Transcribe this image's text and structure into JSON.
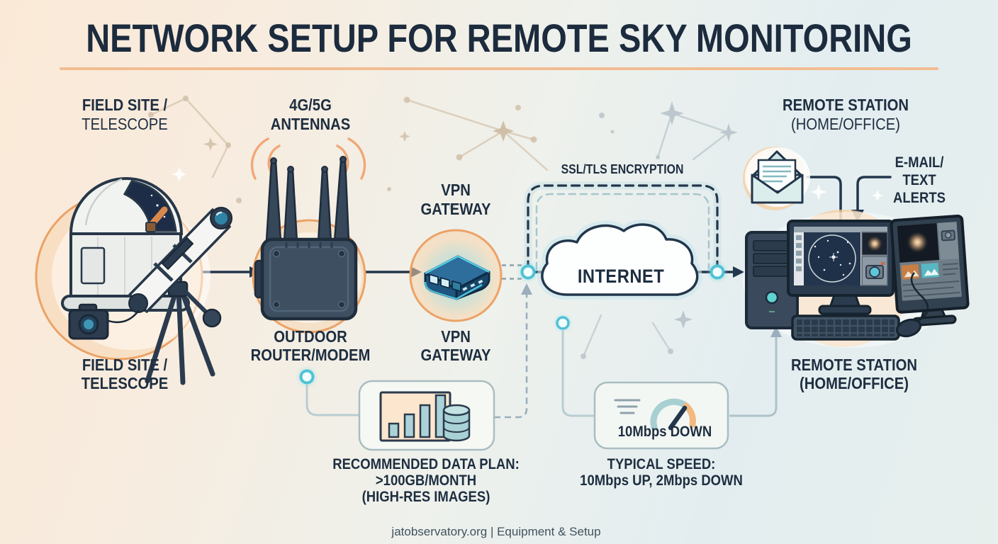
{
  "title": {
    "text": "NETWORK SETUP FOR REMOTE SKY MONITORING"
  },
  "stages": {
    "field_site": {
      "heading1": "FIELD SITE /",
      "heading2": "TELESCOPE",
      "caption1": "FIELD SITE /",
      "caption2": "TELESCOPE"
    },
    "antennas": {
      "heading1": "4G/5G",
      "heading2": "ANTENNAS"
    },
    "router": {
      "caption1": "OUTDOOR",
      "caption2": "ROUTER/MODEM"
    },
    "vpn_gateway": {
      "heading1": "VPN",
      "heading2": "GATEWAY",
      "caption1": "VPN",
      "caption2": "GATEWAY"
    },
    "internet": {
      "label": "INTERNET",
      "encryption_label": "SSL/TLS ENCRYPTION"
    },
    "remote_station": {
      "heading1": "REMOTE STATION",
      "heading2": "(HOME/OFFICE)",
      "caption1": "REMOTE STATION",
      "caption2": "(HOME/OFFICE)"
    },
    "alerts": {
      "line1": "E-MAIL/",
      "line2": "TEXT",
      "line3": "ALERTS"
    }
  },
  "callouts": {
    "data_plan": {
      "title": "RECOMMENDED DATA PLAN:",
      "line2": ">100GB/MONTH",
      "line3": "(HIGH-RES IMAGES)"
    },
    "speed": {
      "gauge_label": "10Mbps DOWN",
      "title": "TYPICAL SPEED:",
      "line2": "10Mbps UP, 2Mbps DOWN"
    }
  },
  "footer": {
    "text": "jatobservatory.org | Equipment & Setup"
  },
  "colors": {
    "navy": "#1e2e40",
    "accent_orange": "#eca266",
    "underline_orange": "#f2bd92",
    "teal_node": "#4fc2d6",
    "teal_fill": "#abd3d7",
    "connector_gray": "#9aafbb"
  }
}
